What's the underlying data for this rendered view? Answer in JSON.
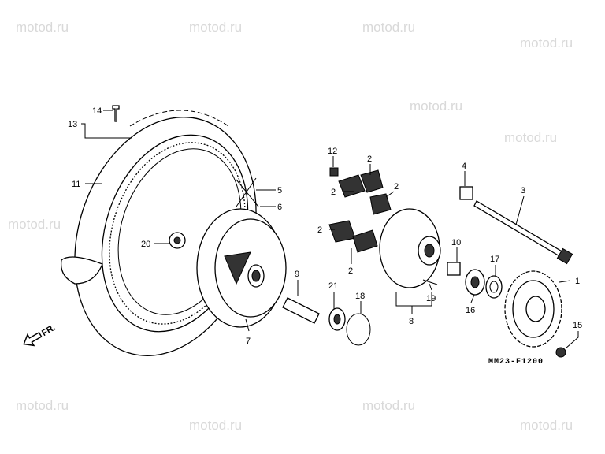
{
  "watermark": "motod.ru",
  "diagram_code": "MM23-F1200",
  "front_arrow_label": "FR.",
  "callouts": {
    "c1": "1",
    "c2a": "2",
    "c2b": "2",
    "c2c": "2",
    "c2d": "2",
    "c2e": "2",
    "c3": "3",
    "c4": "4",
    "c5": "5",
    "c6": "6",
    "c7": "7",
    "c8": "8",
    "c9": "9",
    "c10": "10",
    "c11": "11",
    "c12": "12",
    "c13": "13",
    "c14": "14",
    "c15": "15",
    "c16": "16",
    "c17": "17",
    "c18": "18",
    "c19": "19",
    "c20": "20",
    "c21": "21"
  }
}
